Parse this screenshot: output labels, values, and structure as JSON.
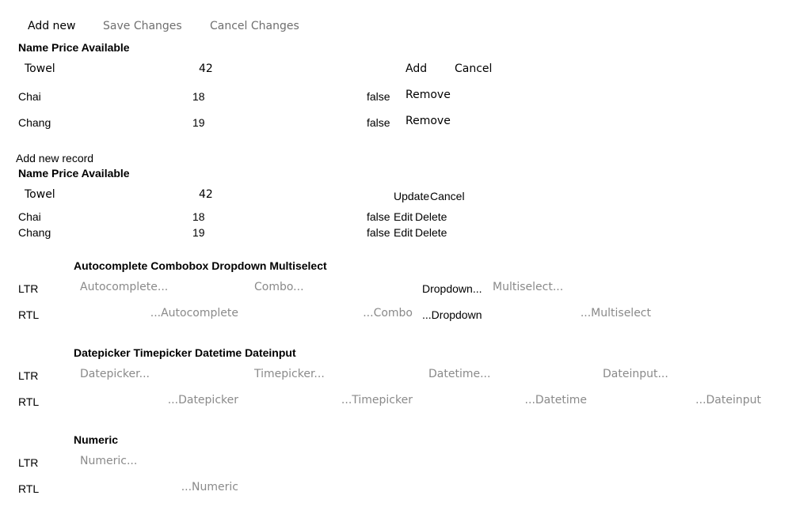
{
  "toolbar": {
    "add_new": "Add new",
    "save_changes": "Save Changes",
    "cancel_changes": "Cancel Changes"
  },
  "grid1": {
    "header": "Name Price Available",
    "edit_row": {
      "name": "Towel",
      "price": "42",
      "add": "Add",
      "cancel": "Cancel"
    },
    "rows": [
      {
        "name": "Chai",
        "price": "18",
        "available": "false",
        "action": "Remove"
      },
      {
        "name": "Chang",
        "price": "19",
        "available": "false",
        "action": "Remove"
      }
    ]
  },
  "grid2": {
    "add_new_record": "Add new record",
    "header": "Name Price Available",
    "edit_row": {
      "name": "Towel",
      "price": "42",
      "update": "Update",
      "cancel": "Cancel"
    },
    "rows": [
      {
        "name": "Chai",
        "price": "18",
        "available": "false",
        "edit": "Edit",
        "delete": "Delete"
      },
      {
        "name": "Chang",
        "price": "19",
        "available": "false",
        "edit": "Edit",
        "delete": "Delete"
      }
    ]
  },
  "section_combo": {
    "header": "Autocomplete Combobox Dropdown Multiselect",
    "ltr_label": "LTR",
    "rtl_label": "RTL",
    "ltr": {
      "autocomplete": "Autocomplete...",
      "combo": "Combo...",
      "dropdown": "Dropdown...",
      "multiselect": "Multiselect..."
    },
    "rtl": {
      "autocomplete": "...Autocomplete",
      "combo": "...Combo",
      "dropdown": "...Dropdown",
      "multiselect": "...Multiselect"
    }
  },
  "section_date": {
    "header": "Datepicker Timepicker Datetime Dateinput",
    "ltr_label": "LTR",
    "rtl_label": "RTL",
    "ltr": {
      "datepicker": "Datepicker...",
      "timepicker": "Timepicker...",
      "datetime": "Datetime...",
      "dateinput": "Dateinput..."
    },
    "rtl": {
      "datepicker": "...Datepicker",
      "timepicker": "...Timepicker",
      "datetime": "...Datetime",
      "dateinput": "...Dateinput"
    }
  },
  "section_numeric": {
    "header": "Numeric",
    "ltr_label": "LTR",
    "rtl_label": "RTL",
    "ltr": {
      "numeric": "Numeric..."
    },
    "rtl": {
      "numeric": "...Numeric"
    }
  }
}
